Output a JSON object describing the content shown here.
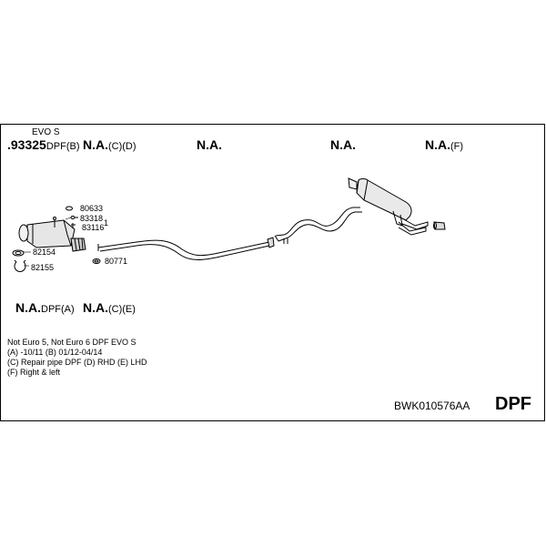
{
  "header": {
    "evo_label": "EVO S",
    "part_number": ".93325",
    "part_suffix": "DPF(B)",
    "na_1": "N.A.",
    "na_1_suffix": "(C)(D)",
    "na_2": "N.A.",
    "na_3": "N.A.",
    "na_4": "N.A.",
    "na_4_suffix": "(F)"
  },
  "parts": {
    "p80633": "80633",
    "p83318": "83318",
    "p83116": "83116",
    "p83116_qty": "1",
    "p82154": "82154",
    "p82155": "82155",
    "p80771": "80771"
  },
  "lower": {
    "na_a": "N.A.",
    "na_a_suffix": "DPF(A)",
    "na_ce": "N.A.",
    "na_ce_suffix": "(C)(E)"
  },
  "notes": [
    "Not Euro 5, Not Euro 6   DPF EVO S",
    "(A) -10/11 (B) 01/12-04/14",
    "(C) Repair pipe DPF (D) RHD (E) LHD",
    "(F) Right & left"
  ],
  "footer": {
    "kit_code": "BWK010576AA",
    "type": "DPF"
  }
}
